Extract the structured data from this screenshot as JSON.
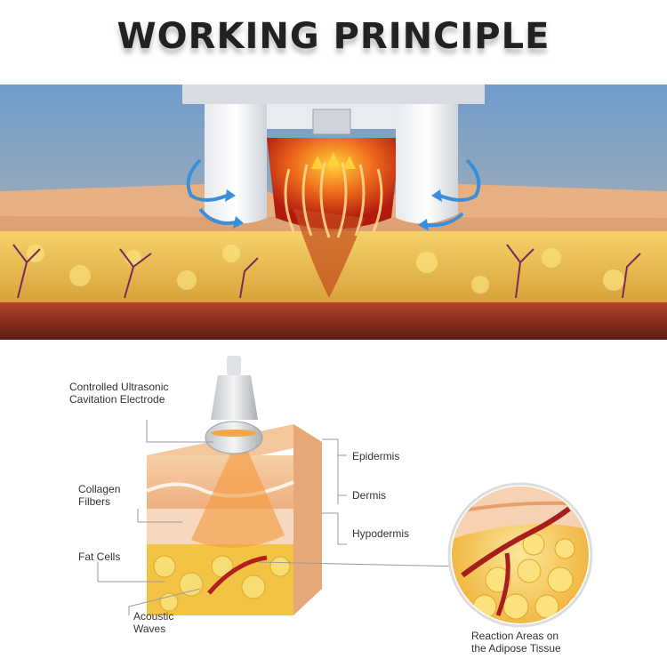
{
  "title": "WORKING PRINCIPLE",
  "labels": {
    "electrode": "Controlled Ultrasonic\nCavitation Electrode",
    "collagen": "Collagen\nFilbers",
    "fat_cells": "Fat Cells",
    "acoustic": "Acoustic\nWaves",
    "epidermis": "Epidermis",
    "dermis": "Dermis",
    "hypodermis": "Hypodermis",
    "reaction": "Reaction Areas on\nthe Adipose Tissue"
  },
  "colors": {
    "sky": "#7ea7cf",
    "skin": "#e8b98c",
    "fat": "#f2c95a",
    "muscle": "#8a2a1a",
    "arrow": "#3a8fd9",
    "heat": "#f08a24"
  },
  "icons": [
    "rotation-arrow-icon",
    "heat-arrow-icon"
  ]
}
